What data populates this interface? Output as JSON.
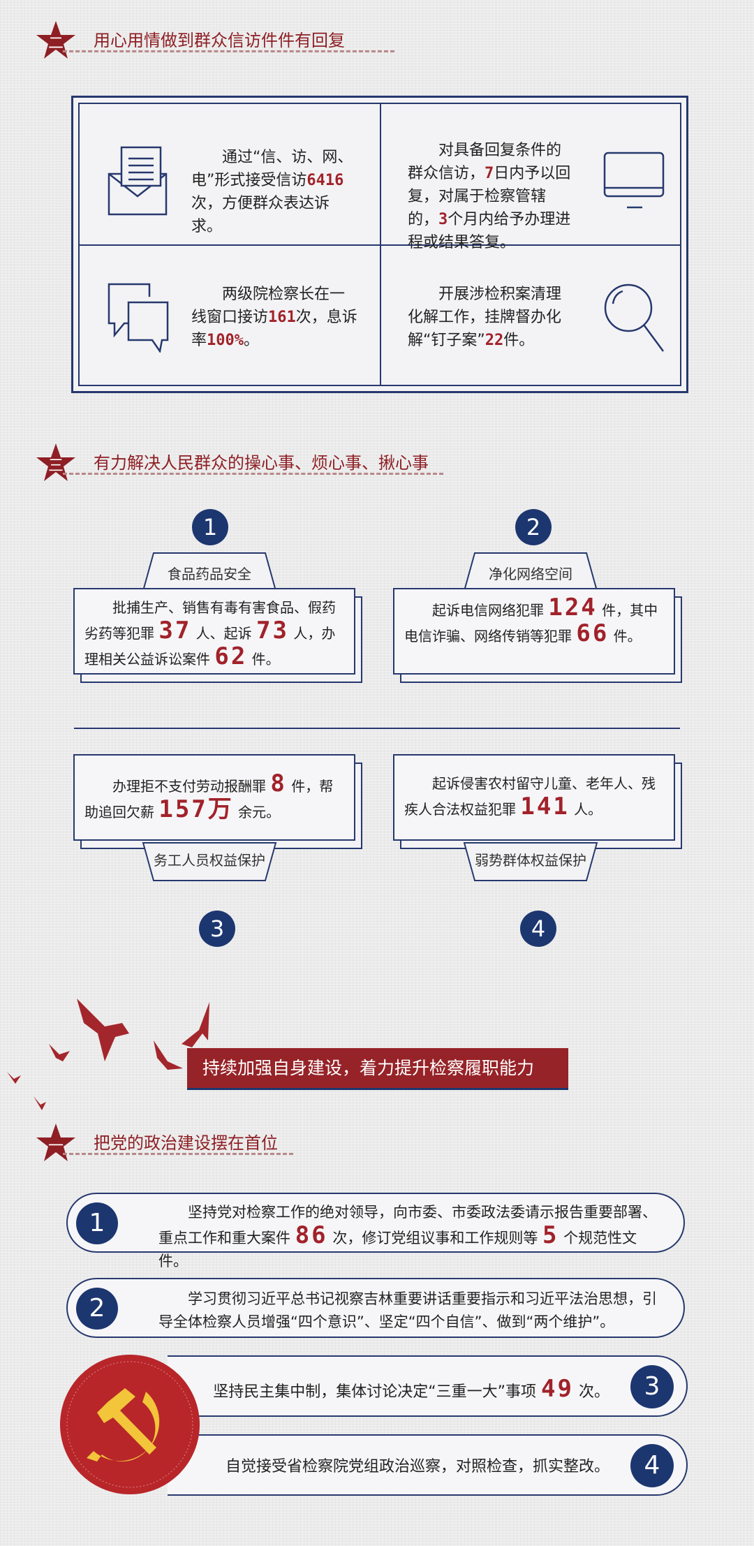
{
  "section2": {
    "num": "二",
    "title": "用心用情做到群众信访件件有回复",
    "cells": [
      {
        "icon": "envelope-icon",
        "p": [
          "通过“信、访、网、电”形式接受信访",
          "6416",
          "次，方便群众表达诉求。"
        ]
      },
      {
        "icon": "monitor-icon",
        "p": [
          "对具备回复条件的群众信访，",
          "7",
          "日内予以回复，对属于检察管辖的，",
          "3",
          "个月内给予办理进程或结果答复。"
        ]
      },
      {
        "icon": "chat-bubbles-icon",
        "p": [
          "两级院检察长在一线窗口接访",
          "161",
          "次，息诉率",
          "100%",
          "。"
        ]
      },
      {
        "icon": "magnifier-icon",
        "p": [
          "开展涉检积案清理化解工作，挂牌督办化解“钉子案”",
          "22",
          "件。"
        ]
      }
    ]
  },
  "section3": {
    "num": "三",
    "title": "有力解决人民群众的操心事、烦心事、揪心事",
    "cards": [
      {
        "n": "1",
        "tab": "食品药品安全",
        "p": [
          "批捕生产、销售有毒有害食品、假药劣药等犯罪 ",
          "37",
          " 人、起诉 ",
          "73",
          " 人，办理相关公益诉讼案件 ",
          "62",
          " 件。"
        ]
      },
      {
        "n": "2",
        "tab": "净化网络空间",
        "p": [
          "起诉电信网络犯罪 ",
          "124",
          " 件，其中电信诈骗、网络传销等犯罪 ",
          "66",
          " 件。"
        ]
      },
      {
        "n": "3",
        "tab": "务工人员权益保护",
        "p": [
          "办理拒不支付劳动报酬罪 ",
          "8",
          " 件，帮助追回欠薪 ",
          "157万",
          " 余元。"
        ]
      },
      {
        "n": "4",
        "tab": "弱势群体权益保护",
        "p": [
          "起诉侵害农村留守儿童、老年人、残疾人合法权益犯罪 ",
          "141",
          " 人。"
        ]
      }
    ]
  },
  "banner": {
    "title": "持续加强自身建设，着力提升检察履职能力"
  },
  "section1": {
    "num": "一",
    "title": "把党的政治建设摆在首位",
    "items": [
      {
        "n": "1",
        "p": [
          "坚持党对检察工作的绝对领导，向市委、市委政法委请示报告重要部署、重点工作和重大案件 ",
          "86",
          " 次，修订党组议事和工作规则等 ",
          "5",
          " 个规范性文件。"
        ]
      },
      {
        "n": "2",
        "p": [
          "学习贯彻习近平总书记视察吉林重要讲话重要指示和习近平法治思想，引导全体检察人员增强“四个意识”、坚定“四个自信”、做到“两个维护”。"
        ]
      },
      {
        "n": "3",
        "p": [
          "坚持民主集中制，集体讨论决定“三重一大”事项 ",
          "49",
          " 次。"
        ]
      },
      {
        "n": "4",
        "p": [
          "自觉接受省检察院党组政治巡察，对照检查，抓实整改。"
        ]
      }
    ]
  },
  "colors": {
    "navy": "#1c3670",
    "red": "#a1222a",
    "background": "#ebebeb"
  }
}
